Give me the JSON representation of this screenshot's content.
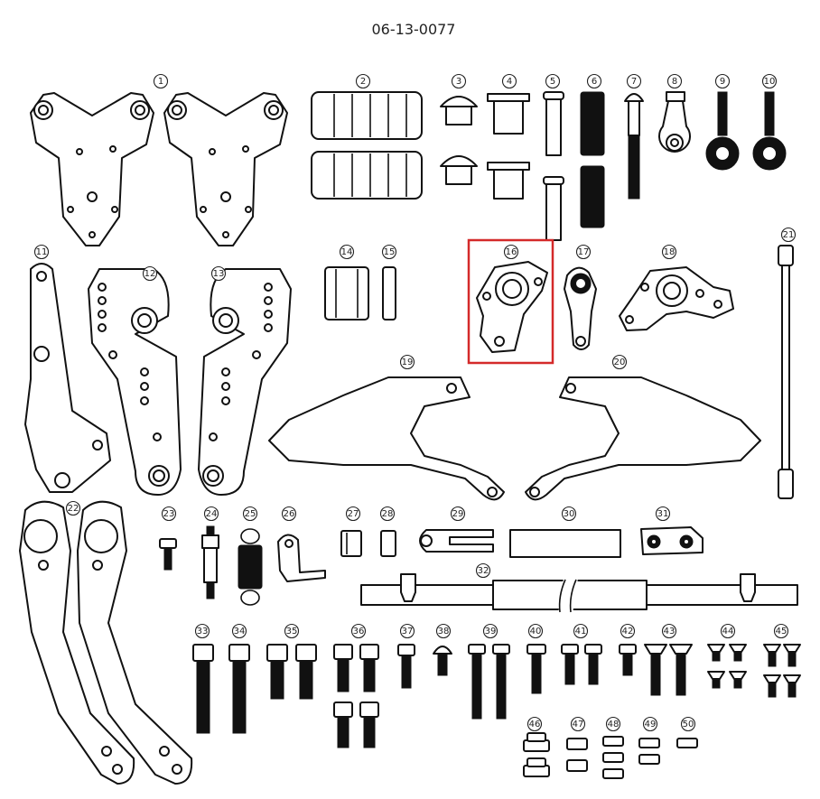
{
  "drawing_number": "06-13-0077",
  "highlight_color": "#d42a2a",
  "highlighted_part": "16",
  "callouts": [
    "1",
    "2",
    "3",
    "4",
    "5",
    "6",
    "7",
    "8",
    "9",
    "10",
    "11",
    "12",
    "13",
    "14",
    "15",
    "16",
    "17",
    "18",
    "19",
    "20",
    "21",
    "22",
    "23",
    "24",
    "25",
    "26",
    "27",
    "28",
    "29",
    "30",
    "31",
    "32",
    "33",
    "34",
    "35",
    "36",
    "37",
    "38",
    "39",
    "40",
    "41",
    "42",
    "43",
    "44",
    "45",
    "46",
    "47",
    "48",
    "49",
    "50"
  ]
}
